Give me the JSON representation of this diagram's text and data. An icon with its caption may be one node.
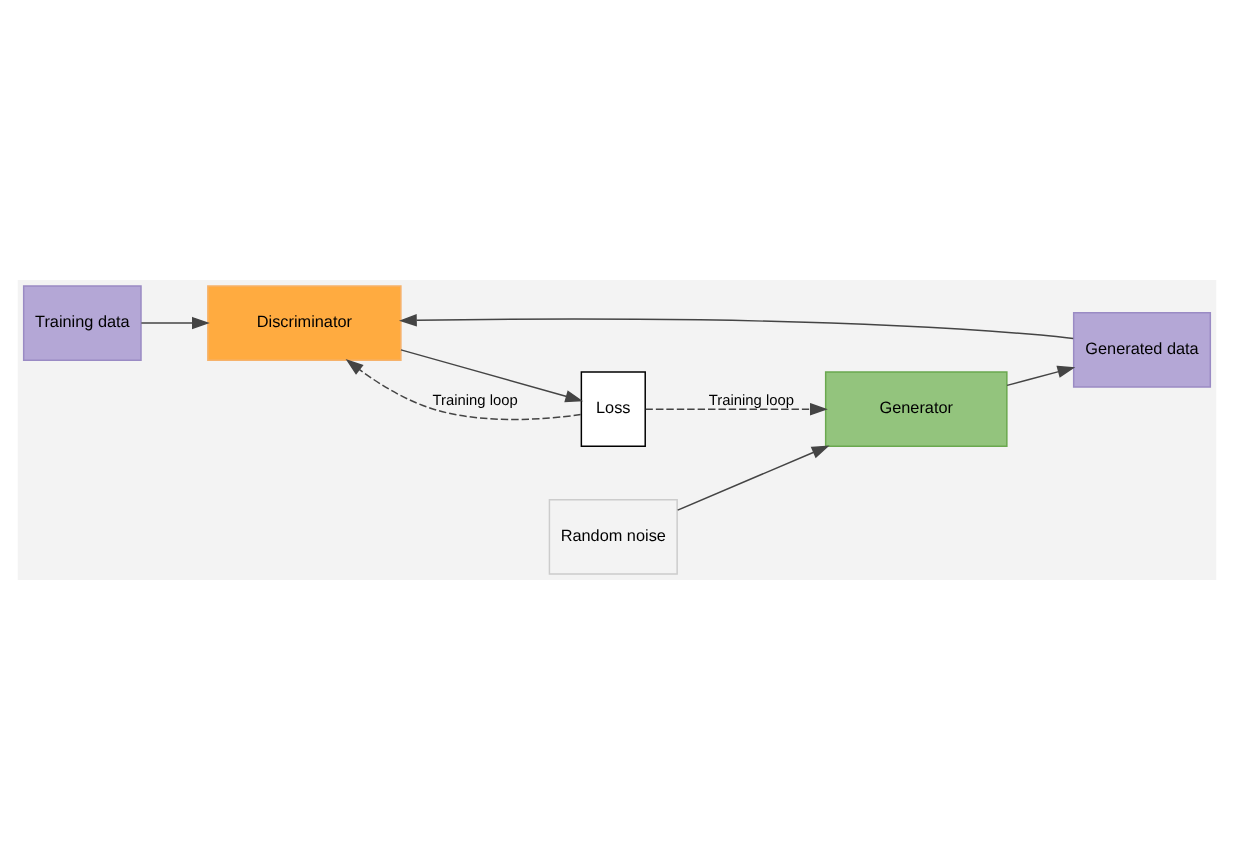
{
  "diagram": {
    "nodes": [
      {
        "text": [
          "Training data"
        ]
      },
      {
        "text": [
          "Random noise"
        ]
      },
      {
        "text": [
          "Generated data"
        ]
      },
      {
        "text": [
          "Discriminator"
        ]
      },
      {
        "text": [
          "Loss"
        ]
      },
      {
        "text": [
          "Generator"
        ]
      }
    ],
    "edges": [
      {
        "from": 0,
        "to": 3,
        "arrow": "to"
      },
      {
        "from": 2,
        "to": 3,
        "arrow": "to"
      },
      {
        "from": 1,
        "to": 5,
        "arrow": "to"
      },
      {
        "from": 5,
        "to": 2,
        "arrow": "to"
      },
      {
        "from": 3,
        "to": 4,
        "arrow": "to"
      },
      {
        "from": 4,
        "to": 3,
        "arrow": "to",
        "style": "dashed",
        "label": "Training loop"
      },
      {
        "from": 4,
        "to": 5,
        "arrow": "to",
        "style": "dashed",
        "label": "Training loop"
      }
    ]
  }
}
